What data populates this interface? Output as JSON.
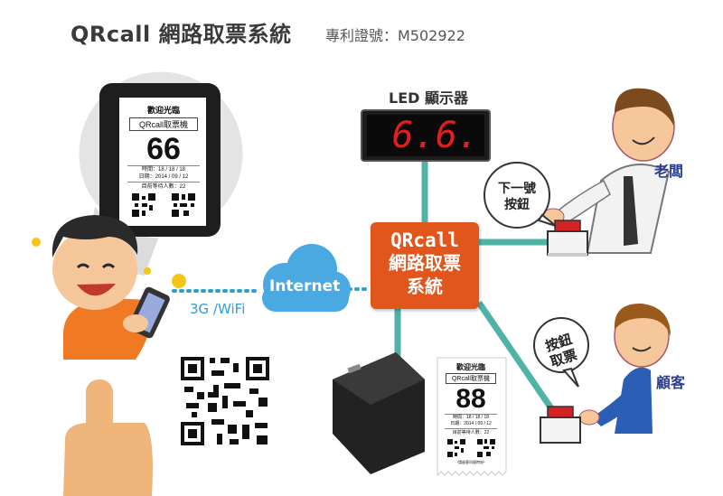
{
  "header": {
    "title": "QRcall 網路取票系統",
    "patent": "專利證號：M502922"
  },
  "led": {
    "label": "LED 顯示器",
    "digits": "6.6."
  },
  "center": {
    "line1": "QRcall",
    "line2": "網路取票",
    "line3": "系統"
  },
  "cloud": {
    "label": "Internet"
  },
  "connection": {
    "label": "3G /WiFi"
  },
  "boss": {
    "label": "老闆",
    "bubble_line1": "下一號",
    "bubble_line2": "按鈕"
  },
  "customer": {
    "label": "顧客",
    "bubble_line1": "按鈕",
    "bubble_line2": "取票"
  },
  "phone_ticket": {
    "welcome": "歡迎光臨",
    "machine": "QRcall取票機",
    "number": "66",
    "time": "時間：18 / 18 / 18",
    "date": "日期：2014 / 09 / 12",
    "waiting": "目前等待人數：22"
  },
  "paper_ticket": {
    "welcome": "歡迎光臨",
    "machine": "QRcall取票機",
    "number": "88",
    "time": "時間：18 / 18 / 18",
    "date": "日期：2014 / 09 / 12",
    "waiting": "目前等待人數：22",
    "footer": "*請留意叫號時刻*"
  },
  "colors": {
    "connector": "#4fb3a5",
    "center_box": "#e0561c",
    "cloud": "#4aa9e0",
    "led_digits": "#e02020",
    "label_blue": "#2b3e8f",
    "dots_blue": "#2a9fd6",
    "dots_yellow": "#f5c518"
  }
}
